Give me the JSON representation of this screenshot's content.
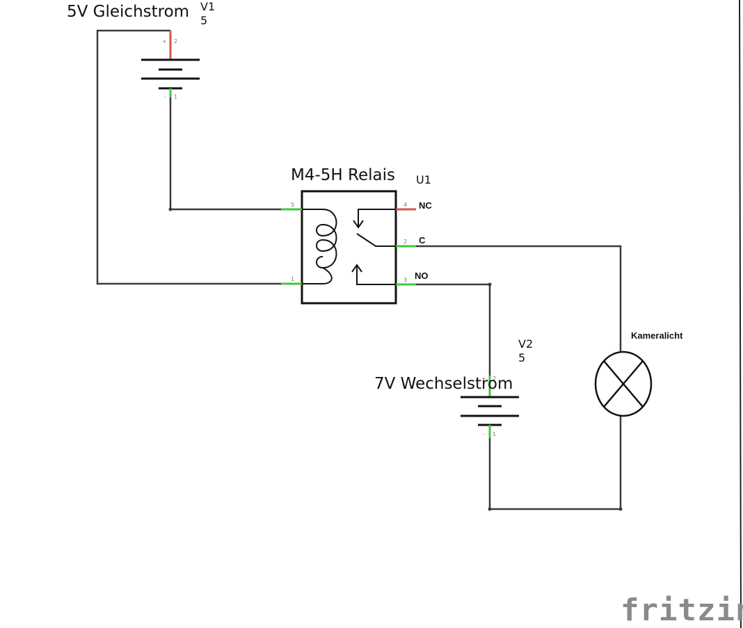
{
  "labels": {
    "v1_title": "5V Gleichstrom",
    "v1_ref": "V1",
    "v1_value": "5",
    "relay_title": "M4-5H Relais",
    "relay_ref": "U1",
    "pin_nc": "NC",
    "pin_c": "C",
    "pin_no": "NO",
    "v2_ref": "V2",
    "v2_value": "5",
    "v2_title": "7V Wechselstrom",
    "lamp_label": "Kameralicht"
  },
  "pin_numbers": {
    "v1_plus": "2",
    "v1_minus": "1",
    "v2_plus": "2",
    "v2_minus": "1",
    "relay_5": "5",
    "relay_1": "1",
    "relay_4": "4",
    "relay_2": "2",
    "relay_3": "3"
  },
  "polarity": {
    "plus": "+",
    "minus": "-"
  },
  "logo_text": "fritzing",
  "colors": {
    "wire": "#3a3a3a",
    "connected_pin": "#3ec93e",
    "unconnected_pin": "#d9534f",
    "logo": "#8a8a8a"
  }
}
